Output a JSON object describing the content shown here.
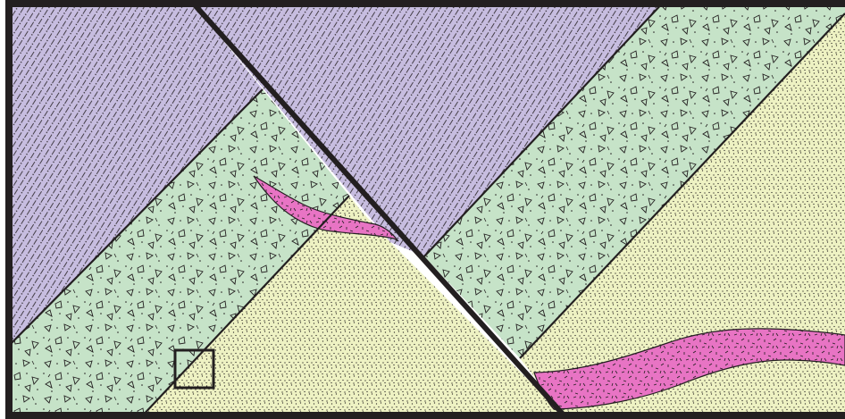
{
  "diagram": {
    "kind": "geologic cross-section",
    "layers": [
      {
        "id": "upper-unit",
        "pattern": "dashed-dotted",
        "color": "#c7bde0"
      },
      {
        "id": "middle-unit",
        "pattern": "breccia",
        "color": "#c6e3c8"
      },
      {
        "id": "lower-unit",
        "pattern": "stippled",
        "color": "#eef2c3"
      },
      {
        "id": "dike",
        "pattern": "dashes",
        "color": "#e874c4"
      }
    ],
    "features": [
      "fault",
      "bedding-contacts",
      "igneous-intrusions",
      "sample-box"
    ],
    "colors": {
      "frame": "#231f20",
      "upper_unit": "#c7bde0",
      "middle_unit": "#c6e3c8",
      "lower_unit": "#eef2c3",
      "intrusion": "#e874c4"
    }
  }
}
